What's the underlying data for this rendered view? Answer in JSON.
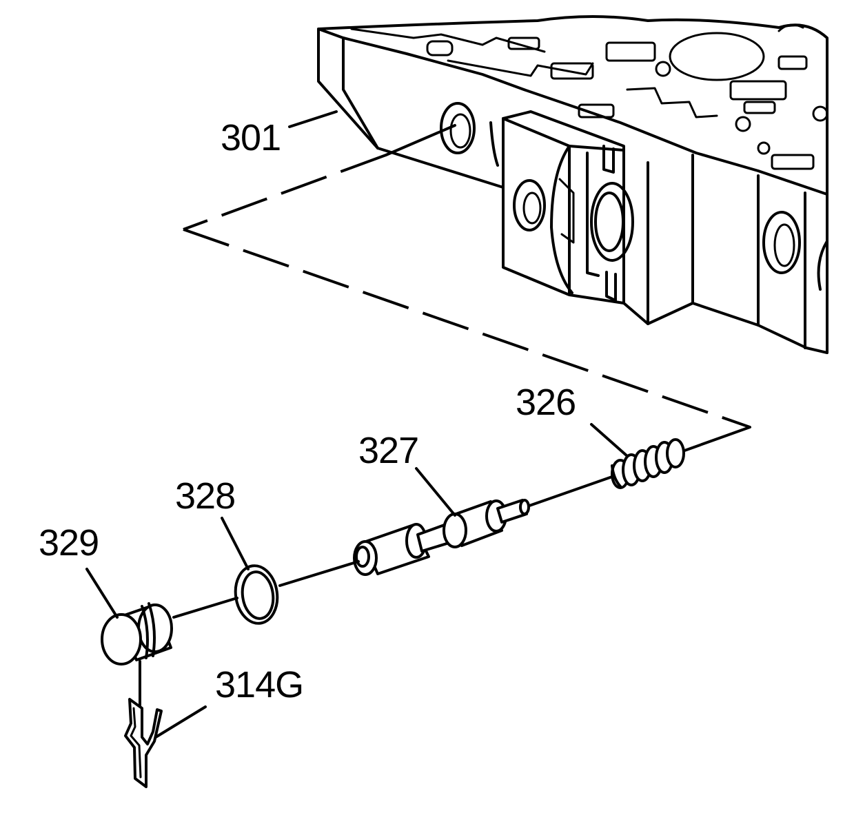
{
  "callouts": {
    "c301": "301",
    "c326": "326",
    "c327": "327",
    "c328": "328",
    "c329": "329",
    "c314g": "314G"
  },
  "colors": {
    "line": "#000000",
    "background": "#ffffff"
  }
}
